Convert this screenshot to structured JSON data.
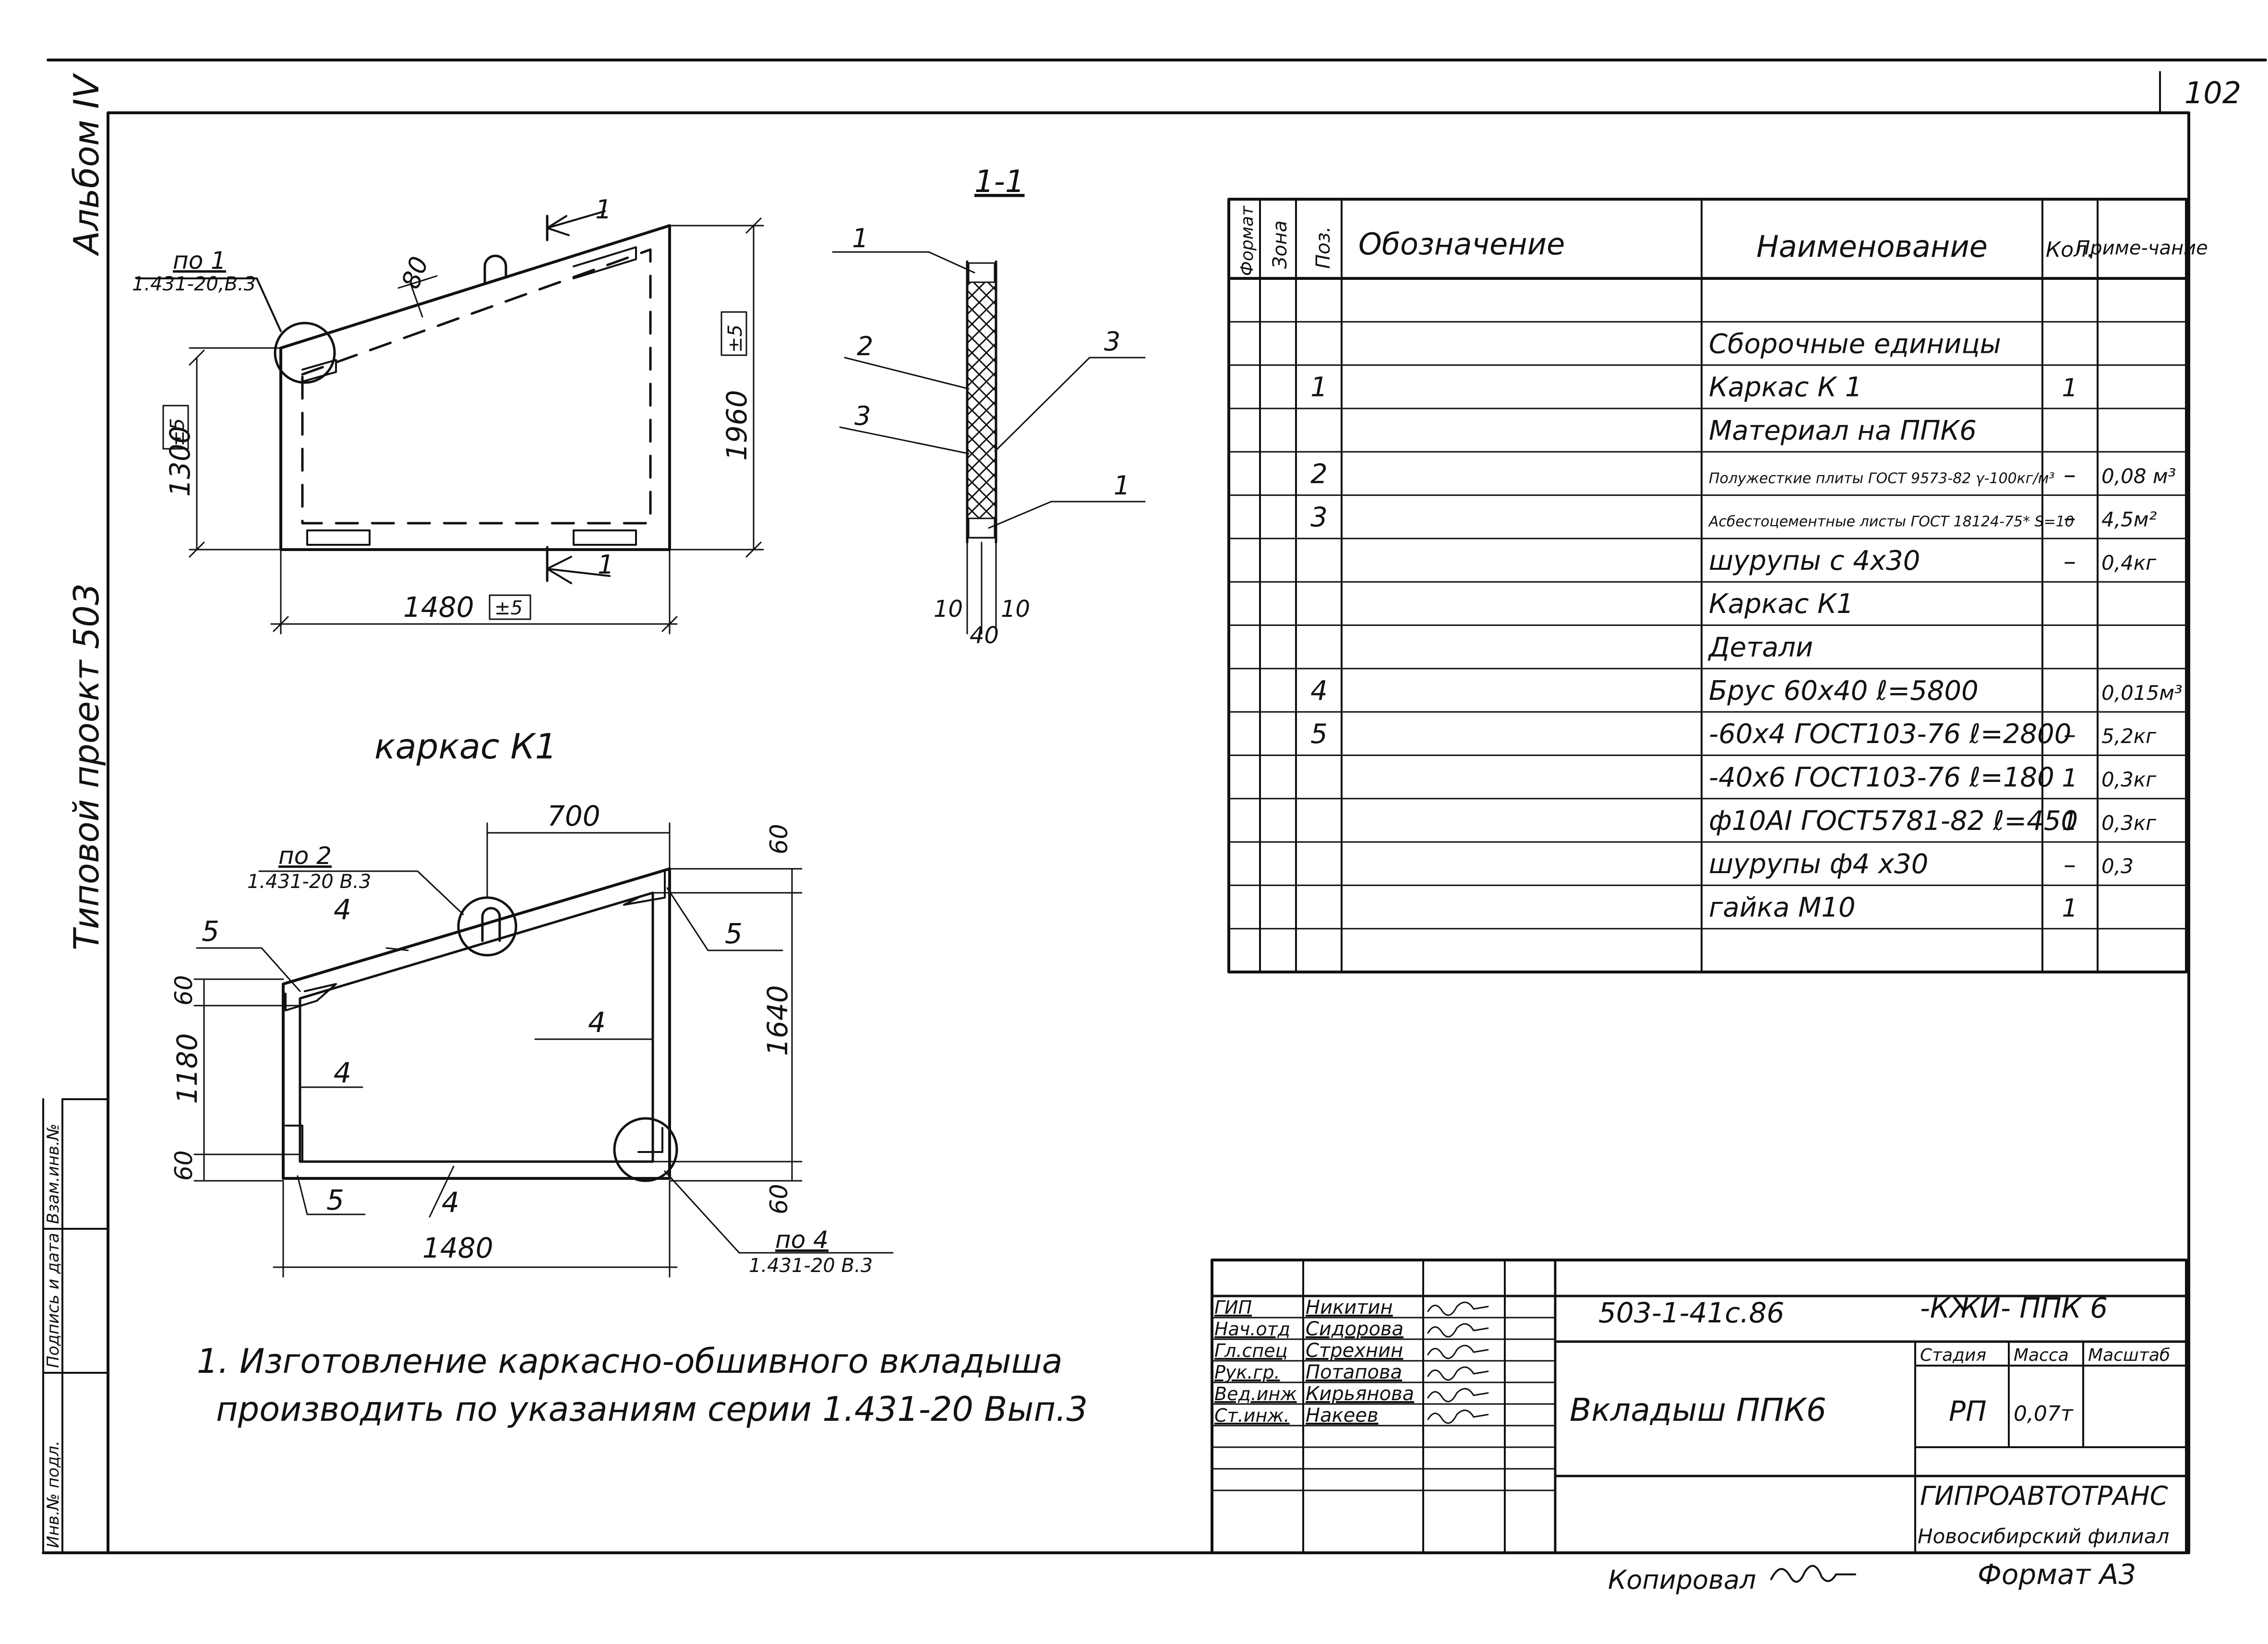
{
  "page_number": "102",
  "left_margin": {
    "album": "Альбом IV",
    "project": "Типовой проект 503",
    "stamp_fields": [
      "Инв.№ подл.",
      "Подпись и дата",
      "Взам.инв.№"
    ]
  },
  "section": {
    "title": "1-1",
    "callouts": [
      "1",
      "2",
      "3",
      "3",
      "1"
    ],
    "dims": [
      "10",
      "10",
      "40"
    ]
  },
  "view_top": {
    "ref": [
      "по 1",
      "1.431-20,В.3"
    ],
    "cut_marks": [
      "1",
      "1"
    ],
    "dims": {
      "top": "80",
      "left": "1300",
      "left_tol": "±5",
      "right": "1960",
      "right_tol": "±5",
      "bottom": "1480",
      "bottom_tol": "±5"
    }
  },
  "view_frame": {
    "title": "каркас К1",
    "top_dim": "700",
    "ref_top": [
      "по 2",
      "1.431-20 В.3"
    ],
    "ref_bottom": [
      "по 4",
      "1.431-20 В.3"
    ],
    "labels": {
      "p5": "5",
      "p4": "4"
    },
    "dims": {
      "d60": "60",
      "left": "1180",
      "right": "1640",
      "bottom": "1480"
    }
  },
  "note": {
    "line1": "1. Изготовление каркасно-обшивного вкладыша",
    "line2": "производить по указаниям серии 1.431-20 Вып.3"
  },
  "spec": {
    "headers": {
      "format": "Формат",
      "zone": "Зона",
      "pos": "Поз.",
      "designation": "Обозначение",
      "name": "Наименование",
      "qty": "Кол.",
      "note": "Приме-чание"
    },
    "rows": [
      {
        "pos": "",
        "name": "",
        "qty": "",
        "note": ""
      },
      {
        "pos": "",
        "name": "Сборочные единицы",
        "qty": "",
        "note": ""
      },
      {
        "pos": "1",
        "name": "Каркас К 1",
        "qty": "1",
        "note": ""
      },
      {
        "pos": "",
        "name": "Материал на ППК6",
        "qty": "",
        "note": ""
      },
      {
        "pos": "2",
        "name": "Полужесткие плиты ГОСТ 9573-82 γ-100кг/м³",
        "qty": "–",
        "note": "0,08 м³"
      },
      {
        "pos": "3",
        "name": "Асбестоцементные листы ГОСТ 18124-75* S=10",
        "qty": "–",
        "note": "4,5м²"
      },
      {
        "pos": "",
        "name": "шурупы с 4х30",
        "qty": "–",
        "note": "0,4кг"
      },
      {
        "pos": "",
        "name": "Каркас К1",
        "qty": "",
        "note": ""
      },
      {
        "pos": "",
        "name": "Детали",
        "qty": "",
        "note": ""
      },
      {
        "pos": "4",
        "name": "Брус 60х40 ℓ=5800",
        "qty": "",
        "note": "0,015м³"
      },
      {
        "pos": "5",
        "name": "-60х4 ГОСТ103-76 ℓ=2800",
        "qty": "–",
        "note": "5,2кг"
      },
      {
        "pos": "",
        "name": "-40х6 ГОСТ103-76 ℓ=180",
        "qty": "1",
        "note": "0,3кг"
      },
      {
        "pos": "",
        "name": "ф10АI ГОСТ5781-82 ℓ=450",
        "qty": "1",
        "note": "0,3кг"
      },
      {
        "pos": "",
        "name": "шурупы ф4 х30",
        "qty": "–",
        "note": "0,3"
      },
      {
        "pos": "",
        "name": "гайка М10",
        "qty": "1",
        "note": ""
      },
      {
        "pos": "",
        "name": "",
        "qty": "",
        "note": ""
      }
    ]
  },
  "title_block": {
    "signatures": [
      {
        "role": "ГИП",
        "name": "Никитин"
      },
      {
        "role": "Нач.отд",
        "name": "Сидорова"
      },
      {
        "role": "Гл.спец",
        "name": "Стрехнин"
      },
      {
        "role": "Рук.гр.",
        "name": "Потапова"
      },
      {
        "role": "Вед.инж",
        "name": "Кирьянова"
      },
      {
        "role": "Ст.инж.",
        "name": "Накеев"
      }
    ],
    "doc_code": "503-1-41с.86",
    "mark": "-КЖИ- ППК 6",
    "item_name": "Вкладыш ППК6",
    "stage_label": "Стадия",
    "mass_label": "Масса",
    "scale_label": "Масштаб",
    "stage": "РП",
    "mass": "0,07т",
    "org": "ГИПРОАВТОТРАНС",
    "branch": "Новосибирский филиал"
  },
  "footer": {
    "copied": "Копировал",
    "format": "Формат А3"
  }
}
